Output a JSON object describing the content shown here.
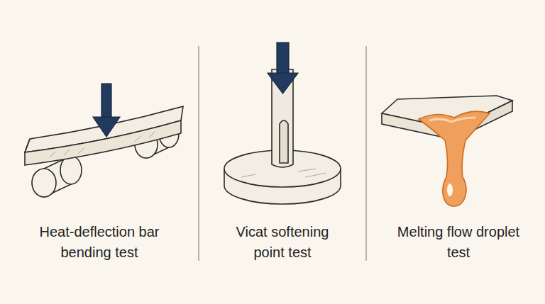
{
  "diagram": {
    "labels": [
      "Heat-deflection bar bending test",
      "Vicat softening point test",
      "Melting flow droplet test"
    ]
  }
}
